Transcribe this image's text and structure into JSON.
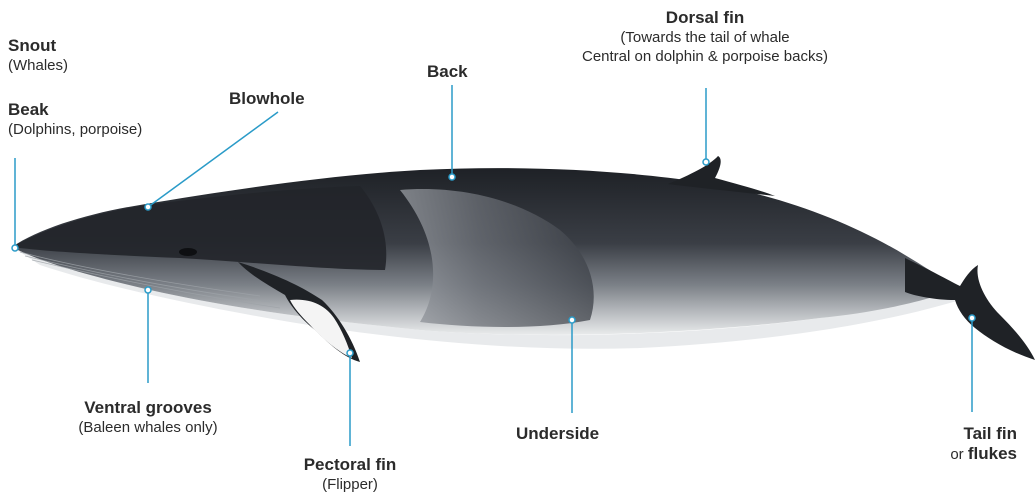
{
  "labels": {
    "snout": {
      "title": "Snout",
      "sub": "(Whales)"
    },
    "beak": {
      "title": "Beak",
      "sub": "(Dolphins, porpoise)"
    },
    "blowhole": {
      "title": "Blowhole"
    },
    "back": {
      "title": "Back"
    },
    "dorsal_fin": {
      "title": "Dorsal fin",
      "sub1": "(Towards the tail of whale",
      "sub2": "Central on dolphin & porpoise backs)"
    },
    "ventral_grooves": {
      "title": "Ventral grooves",
      "sub": "(Baleen whales only)"
    },
    "pectoral_fin": {
      "title": "Pectoral fin",
      "sub": "(Flipper)"
    },
    "underside": {
      "title": "Underside"
    },
    "tail_fin": {
      "title": "Tail fin",
      "or": "or",
      "flukes": "flukes"
    }
  },
  "colors": {
    "leader_line": "#2a9bc8",
    "whale_dark": "#23262c",
    "whale_mid": "#4a4f57",
    "whale_light": "#d6d9dc",
    "belly": "#eef0f1"
  }
}
